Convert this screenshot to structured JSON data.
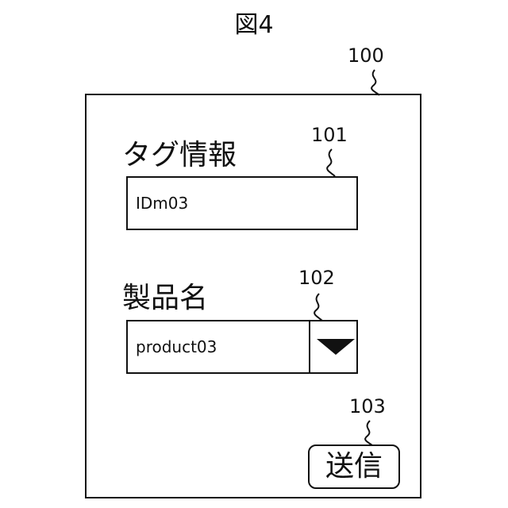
{
  "figure": {
    "title": "図4"
  },
  "references": {
    "screen": "100",
    "tag_field": "101",
    "product_field": "102",
    "submit_button": "103"
  },
  "form": {
    "tag_label": "タグ情報",
    "tag_value": "IDm03",
    "product_label": "製品名",
    "product_value": "product03",
    "product_dropdown_icon": "triangle-down-icon",
    "submit_label": "送信"
  }
}
